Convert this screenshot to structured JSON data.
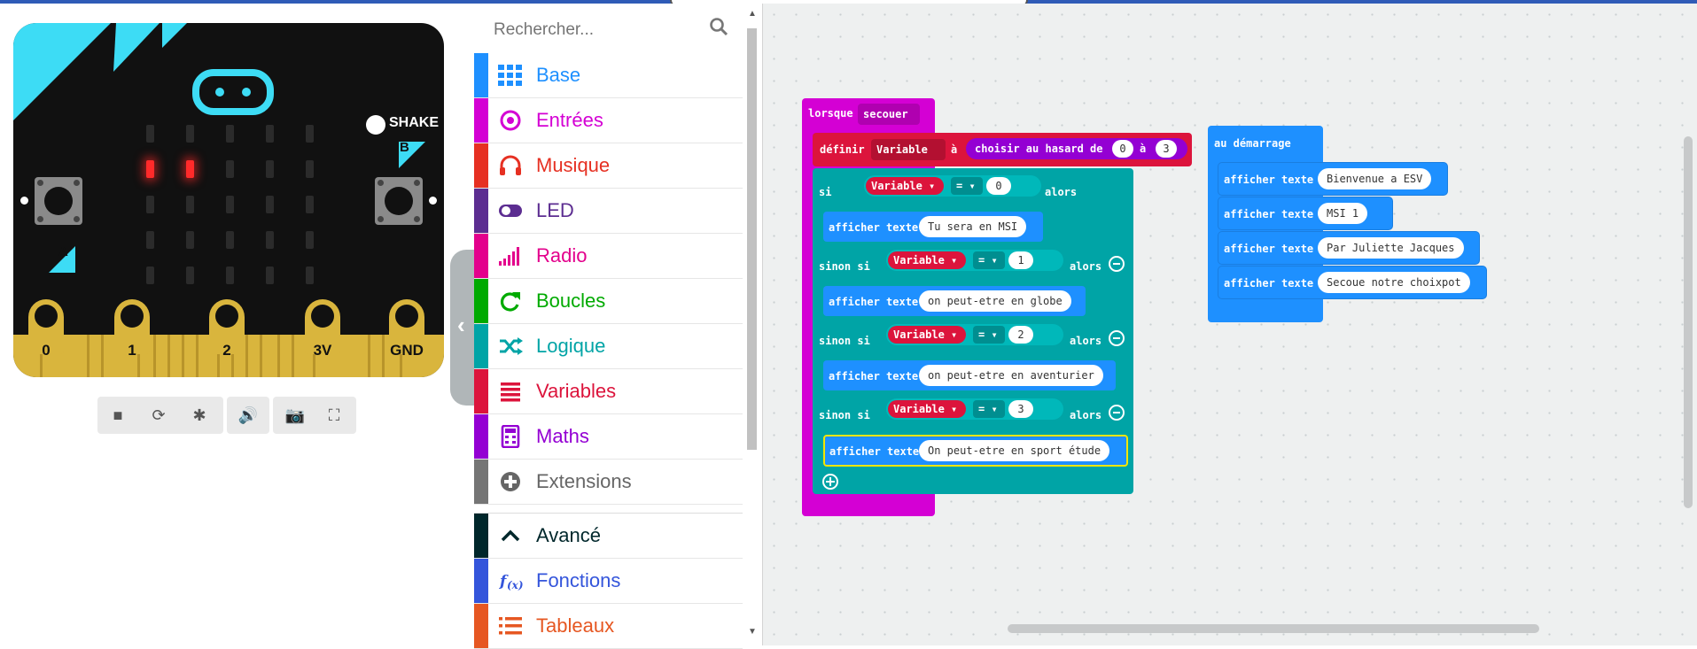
{
  "simulator": {
    "pins": [
      "0",
      "1",
      "2",
      "3V",
      "GND"
    ],
    "shake_label": "SHAKE",
    "button_a": "A",
    "button_b": "B",
    "toolbar": [
      "stop-icon",
      "restart-icon",
      "debug-icon",
      "sound-icon",
      "screenshot-icon",
      "fullscreen-icon"
    ]
  },
  "toolbox": {
    "search_placeholder": "Rechercher...",
    "categories": [
      {
        "label": "Base",
        "color": "#1e90ff",
        "icon": "grid-icon"
      },
      {
        "label": "Entrées",
        "color": "#d400d4",
        "icon": "input-circle-icon"
      },
      {
        "label": "Musique",
        "color": "#e63022",
        "icon": "headphones-icon"
      },
      {
        "label": "LED",
        "color": "#5c2d91",
        "icon": "toggle-icon"
      },
      {
        "label": "Radio",
        "color": "#e3008c",
        "icon": "signal-bars-icon"
      },
      {
        "label": "Boucles",
        "color": "#00aa00",
        "icon": "refresh-icon"
      },
      {
        "label": "Logique",
        "color": "#00a4a6",
        "icon": "shuffle-icon"
      },
      {
        "label": "Variables",
        "color": "#dc143c",
        "icon": "list-lines-icon"
      },
      {
        "label": "Maths",
        "color": "#9400d3",
        "icon": "calculator-icon"
      },
      {
        "label": "Extensions",
        "color": "#757575",
        "icon": "plus-circle-icon"
      }
    ],
    "advanced": [
      {
        "label": "Avancé",
        "color": "#00272b",
        "icon": "chevron-up-icon"
      },
      {
        "label": "Fonctions",
        "color": "#3455db",
        "icon": "function-icon"
      },
      {
        "label": "Tableaux",
        "color": "#e65722",
        "icon": "array-list-icon"
      }
    ]
  },
  "blocks": {
    "on_shake": {
      "label": "lorsque",
      "gesture": "secouer",
      "set": {
        "label": "définir",
        "var": "Variable",
        "to": "à",
        "random": "choisir au hasard de",
        "from": "0",
        "and": "à",
        "max": "3"
      },
      "if": {
        "label": "si",
        "var": "Variable",
        "op": "=",
        "value": "0",
        "then": "alors",
        "show": "afficher texte",
        "text": "Tu sera en MSI"
      },
      "elif1": {
        "label": "sinon si",
        "var": "Variable",
        "op": "=",
        "value": "1",
        "then": "alors",
        "show": "afficher texte",
        "text": "on peut-etre en globe"
      },
      "elif2": {
        "label": "sinon si",
        "var": "Variable",
        "op": "=",
        "value": "2",
        "then": "alors",
        "show": "afficher texte",
        "text": "on peut-etre en aventurier"
      },
      "elif3": {
        "label": "sinon si",
        "var": "Variable",
        "op": "=",
        "value": "3",
        "then": "alors",
        "show": "afficher texte",
        "text": "On peut-etre en sport étude"
      }
    },
    "on_start": {
      "label": "au démarrage",
      "items": [
        {
          "show": "afficher texte",
          "text": "Bienvenue a ESV"
        },
        {
          "show": "afficher texte",
          "text": "MSI 1"
        },
        {
          "show": "afficher texte",
          "text": "Par Juliette Jacques"
        },
        {
          "show": "afficher texte",
          "text": "Secoue notre choixpot"
        }
      ]
    }
  }
}
